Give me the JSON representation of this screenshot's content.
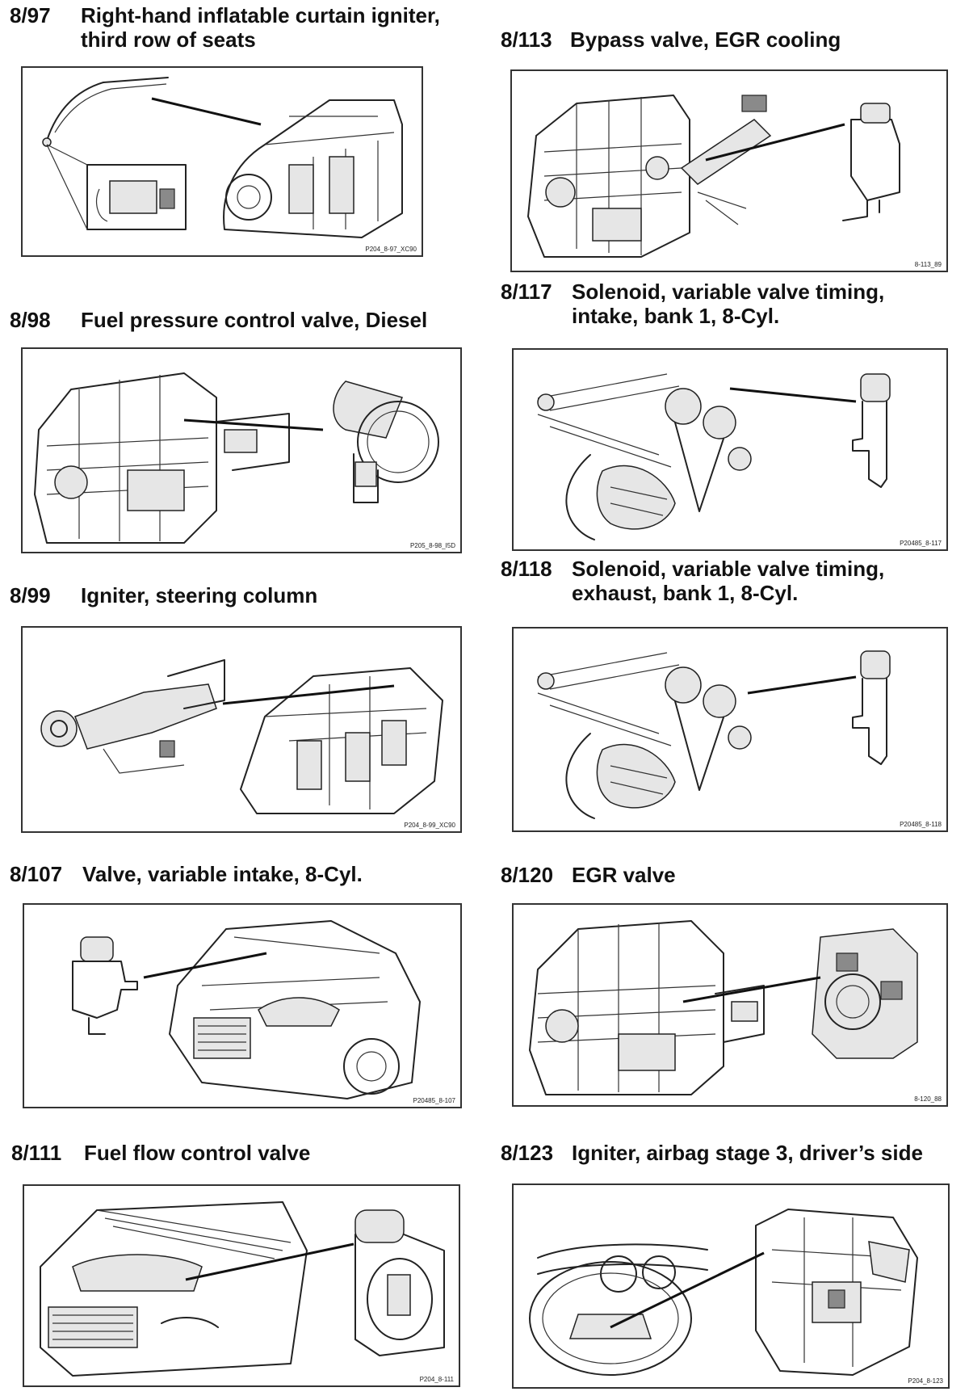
{
  "entries": [
    {
      "number": "8/97",
      "title_lines": [
        "Right-hand inflatable curtain igniter,",
        "third row of seats"
      ],
      "figure_code": "P204_8-97_XC90"
    },
    {
      "number": "8/113",
      "title_lines": [
        "Bypass valve, EGR cooling"
      ],
      "figure_code": "8-113_89"
    },
    {
      "number": "8/98",
      "title_lines": [
        "Fuel pressure control valve, Diesel"
      ],
      "figure_code": "P205_8-98_I5D"
    },
    {
      "number": "8/117",
      "title_lines": [
        "Solenoid, variable valve timing,",
        "intake, bank 1, 8-Cyl."
      ],
      "figure_code": "P20485_8-117"
    },
    {
      "number": "8/99",
      "title_lines": [
        "Igniter, steering column"
      ],
      "figure_code": "P204_8-99_XC90"
    },
    {
      "number": "8/118",
      "title_lines": [
        "Solenoid, variable valve timing,",
        "exhaust, bank 1, 8-Cyl."
      ],
      "figure_code": "P20485_8-118"
    },
    {
      "number": "8/107",
      "title_lines": [
        "Valve, variable intake, 8-Cyl."
      ],
      "figure_code": "P20485_8-107"
    },
    {
      "number": "8/120",
      "title_lines": [
        "EGR valve"
      ],
      "figure_code": "8-120_88"
    },
    {
      "number": "8/111",
      "title_lines": [
        "Fuel flow control valve"
      ],
      "figure_code": "P204_8-111"
    },
    {
      "number": "8/123",
      "title_lines": [
        "Igniter, airbag stage 3, driver’s side"
      ],
      "figure_code": "P204_8-123"
    }
  ]
}
